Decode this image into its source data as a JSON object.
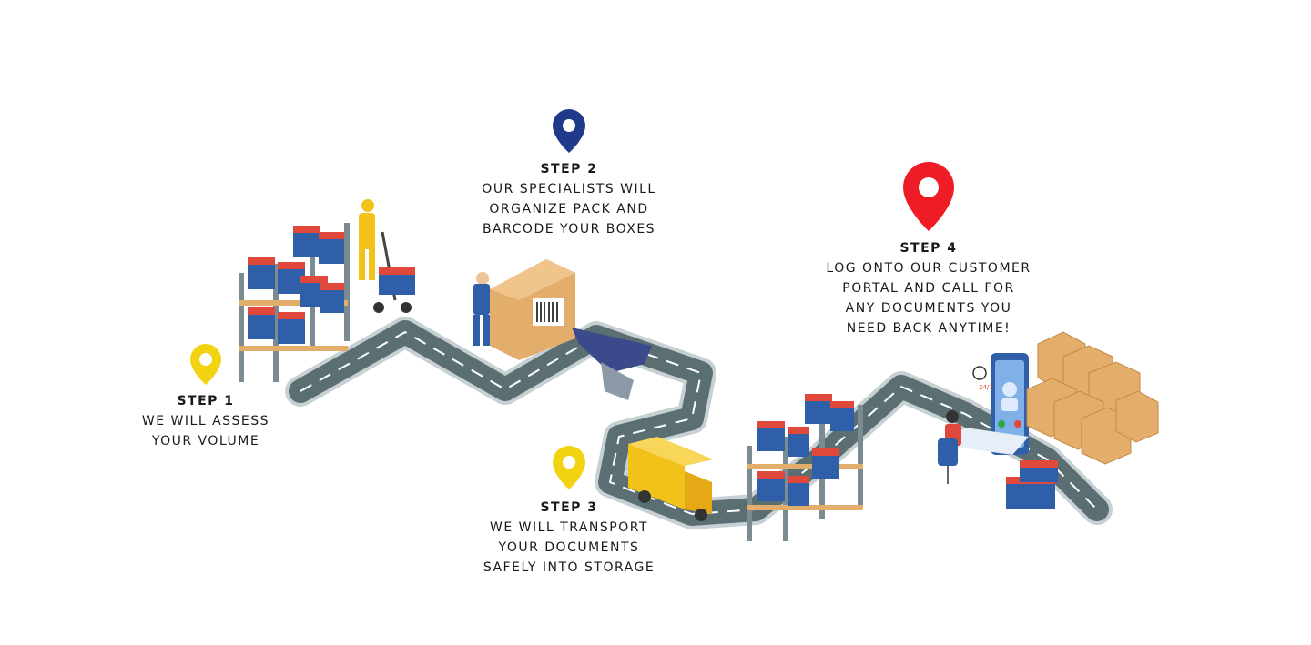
{
  "steps": [
    {
      "heading": "STEP 1",
      "lines": [
        "WE WILL ASSESS",
        "YOUR VOLUME"
      ],
      "pin_color": "#f2d311"
    },
    {
      "heading": "STEP 2",
      "lines": [
        "OUR SPECIALISTS WILL",
        "ORGANIZE PACK AND",
        "BARCODE YOUR BOXES"
      ],
      "pin_color": "#1f3a8a"
    },
    {
      "heading": "STEP 3",
      "lines": [
        "WE WILL TRANSPORT",
        "YOUR DOCUMENTS",
        "SAFELY INTO STORAGE"
      ],
      "pin_color": "#f2d311"
    },
    {
      "heading": "STEP 4",
      "lines": [
        "LOG ONTO OUR CUSTOMER",
        "PORTAL AND CALL FOR",
        "ANY DOCUMENTS YOU",
        "NEED BACK ANYTIME!"
      ],
      "pin_color": "#ee1c24"
    }
  ],
  "illustration": {
    "phone_badge": "24/7"
  },
  "colors": {
    "road": "#5b6f73",
    "road_edge": "#c7d1d4",
    "crate_blue": "#2f5fa8",
    "crate_red": "#e0483b",
    "box": "#e3ad6b",
    "truck": "#f2c11a"
  }
}
